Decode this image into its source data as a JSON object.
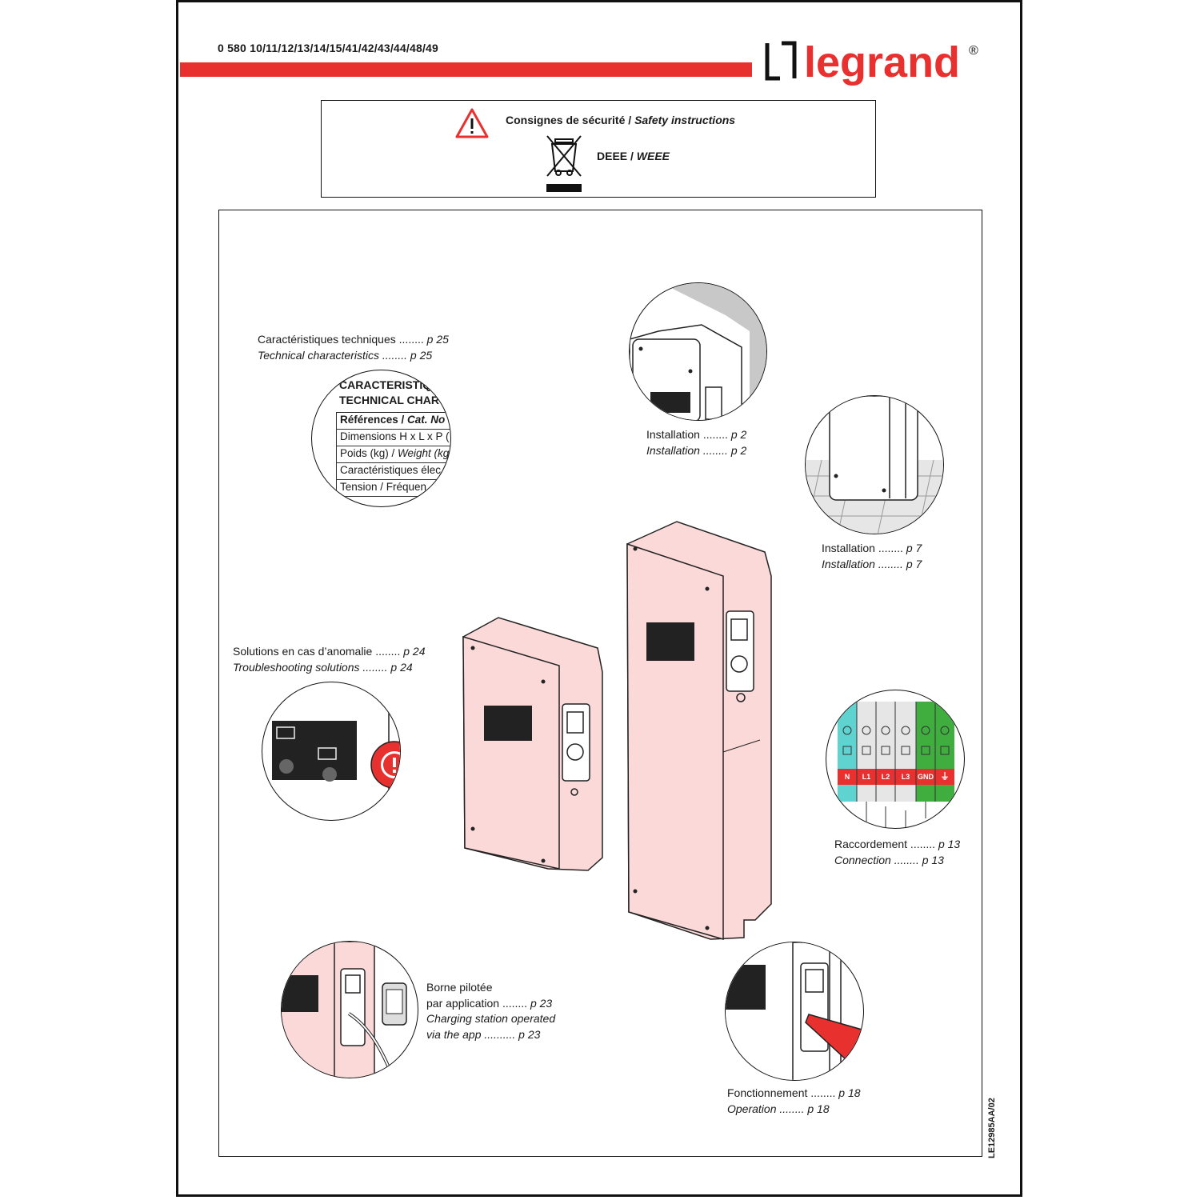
{
  "header": {
    "catalog_refs": "0 580 10/11/12/13/14/15/41/42/43/44/48/49",
    "brand": "legrand",
    "registered_mark": "®"
  },
  "safety": {
    "safety_fr": "Consignes de sécurité / ",
    "safety_en": "Safety instructions",
    "weee_fr": "DEEE / ",
    "weee_en": "WEEE"
  },
  "sections": {
    "technical": {
      "fr": "Caractéristiques techniques ........ ",
      "fr_page": "p 25",
      "en": "Technical characteristics ........ p 25"
    },
    "install_wall": {
      "fr": "Installation ........ ",
      "fr_page": "p 2",
      "en": "Installation ........ p 2"
    },
    "install_floor": {
      "fr": "Installation ........ ",
      "fr_page": "p 7",
      "en": "Installation ........ p 7"
    },
    "troubleshooting": {
      "fr": "Solutions en cas d’anomalie ........ ",
      "fr_page": "p 24",
      "en": "Troubleshooting solutions ........ p 24"
    },
    "connection": {
      "fr": "Raccordement ........ ",
      "fr_page": "p 13",
      "en": "Connection ........ p 13"
    },
    "app": {
      "fr1": "Borne pilotée",
      "fr2": "par application ........ ",
      "fr_page": "p 23",
      "en1": "Charging station operated",
      "en2": "via the app .......... p 23"
    },
    "operation": {
      "fr": "Fonctionnement ........ ",
      "fr_page": "p 18",
      "en": "Operation ........ p 18"
    }
  },
  "tech_table": {
    "title1": "CARACTERISTIQ",
    "title2": "TECHNICAL CHAR",
    "rows": [
      {
        "fr": "Références / ",
        "en": "Cat. No"
      },
      {
        "fr": "Dimensions H x L x P (",
        "en": ""
      },
      {
        "fr": "Poids (kg) / ",
        "en": "Weight (kg"
      },
      {
        "fr": "Caractéristiques élec",
        "en": ""
      },
      {
        "fr": "Tension / Fréquen",
        "en": ""
      }
    ]
  },
  "terminals": [
    "N",
    "L1",
    "L2",
    "L3",
    "GND",
    "⏚"
  ],
  "doc_ref": "LE12985AA/02",
  "colors": {
    "brand_red": "#e8302f",
    "station_pink": "#fcd9d9",
    "terminal_cyan": "#5fd3cf",
    "terminal_green": "#3fae3f"
  }
}
